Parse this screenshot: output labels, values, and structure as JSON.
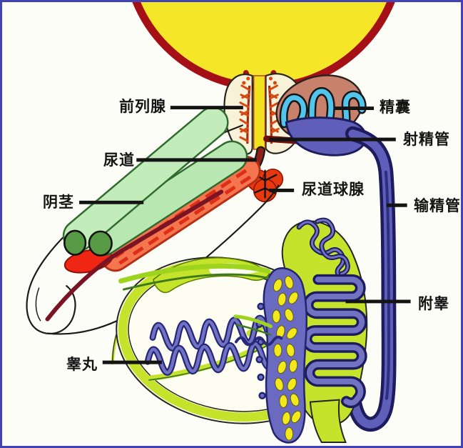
{
  "diagram": {
    "labels": [
      {
        "id": "prostate",
        "text": "前列腺"
      },
      {
        "id": "seminal_vesicle",
        "text": "精囊"
      },
      {
        "id": "ejaculatory_duct",
        "text": "射精管"
      },
      {
        "id": "urethra",
        "text": "尿道"
      },
      {
        "id": "penis",
        "text": "阴茎"
      },
      {
        "id": "bulbourethral_gland",
        "text": "尿道球腺"
      },
      {
        "id": "vas_deferens",
        "text": "输精管"
      },
      {
        "id": "epididymis",
        "text": "附睾"
      },
      {
        "id": "testis",
        "text": "睾丸"
      }
    ]
  },
  "colors": {
    "bg": "#fdfdf8",
    "border": "#4343b6",
    "label": "#141414",
    "bladder_fill": "#f6e628",
    "bladder_stroke": "#a50f16",
    "prostate_fill": "#f8f3d8",
    "urethra_stripe": "#f2e11e",
    "feather": "#d9480f",
    "vesicle_fill": "#c8816b",
    "vesicle_coil": "#52c5ec",
    "duct_fill": "#5f5fba",
    "duct_stroke": "#1c1c5e",
    "duct_core": "#2e2e80",
    "urethra_tube": "#8d2118",
    "gland_fill": "#e8380f",
    "cavernosum": "#b9e7b1",
    "cavernosum_end": "#569a46",
    "cavernosum_edge": "#2f6b2f",
    "spongiosum": "#f4754e",
    "spongiosum_dash": "#dd2f17",
    "spongiosum_bulb": "#ee2613",
    "penis_urethra": "#7a1424",
    "chartreuse": "#c6e32b",
    "tubule_outer": "#26267a",
    "tubule_inner": "#7272c2",
    "plexus_fill": "#6a6ac0",
    "plexus_oval": "#f2e81c",
    "cord_green": "#9fd41e",
    "cord_dark_green": "#3d7a1e"
  }
}
